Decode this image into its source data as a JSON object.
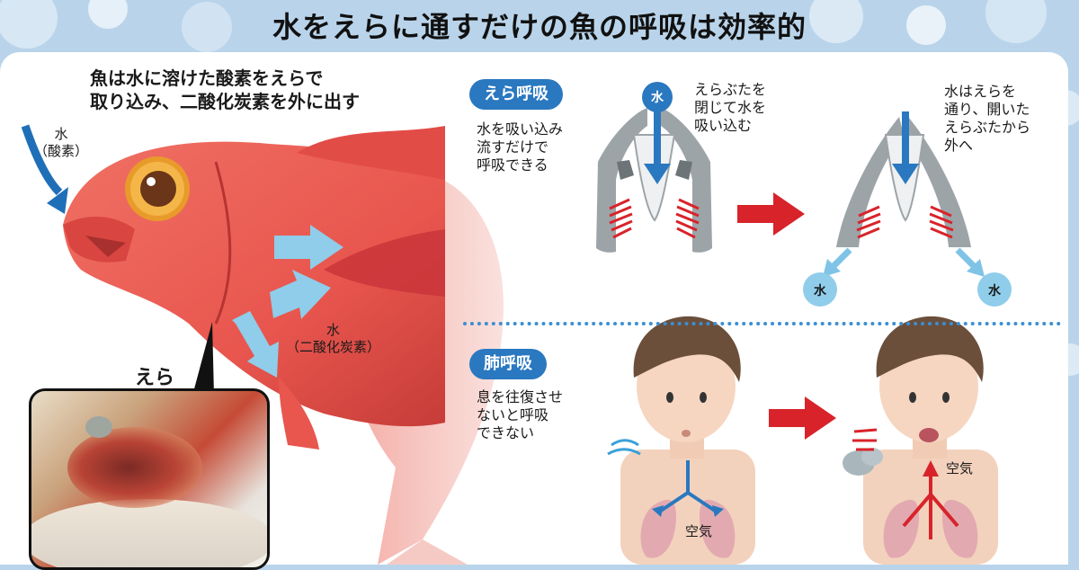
{
  "title": "水をえらに通すだけの魚の呼吸は効率的",
  "fish": {
    "lead_lines": [
      "魚は水に溶けた酸素をえらで",
      "取り込み、二酸化炭素を外に出す"
    ],
    "water_in": [
      "水",
      "（酸素）"
    ],
    "water_out": [
      "水",
      "（二酸化炭素）"
    ],
    "gill_label": "えら"
  },
  "gill_breathing": {
    "badge": "えら呼吸",
    "desc_lines": [
      "水を吸い込み",
      "流すだけで",
      "呼吸できる"
    ],
    "step1_lines": [
      "えらぶたを",
      "閉じて水を",
      "吸い込む"
    ],
    "step2_lines": [
      "水はえらを",
      "通り、開いた",
      "えらぶたから",
      "外へ"
    ],
    "water_char": "水"
  },
  "lung_breathing": {
    "badge": "肺呼吸",
    "desc_lines": [
      "息を往復させ",
      "ないと呼吸",
      "できない"
    ],
    "air_label": "空気"
  },
  "colors": {
    "badge_blue": "#2a78c0",
    "arrow_red": "#d8232a",
    "arrow_blue": "#1f6fb8",
    "light_blue": "#7fc3e6",
    "fish_red": "#e8564e"
  }
}
